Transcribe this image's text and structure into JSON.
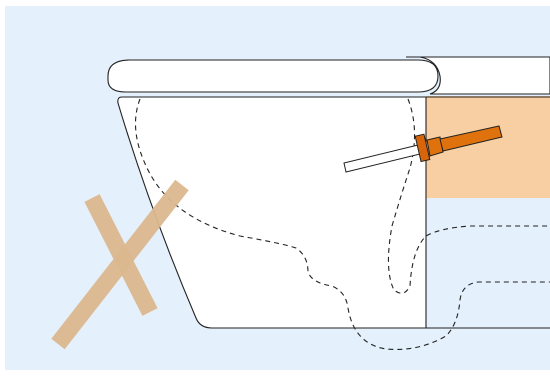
{
  "diagram": {
    "description_visible_text": [],
    "colors": {
      "background": "#e4f0fb",
      "outline": "#222222",
      "hidden_line": "#222222",
      "wall_highlight": "#f8cfa2",
      "tool_handle": "#e0720e",
      "tool_ferrule": "#d9650a",
      "wrong_mark": "#dcb88f",
      "porcelain": "#ffffff"
    },
    "icons": [
      "toilet-side-view",
      "crossed-out-mark",
      "cable-auger-tool"
    ]
  }
}
